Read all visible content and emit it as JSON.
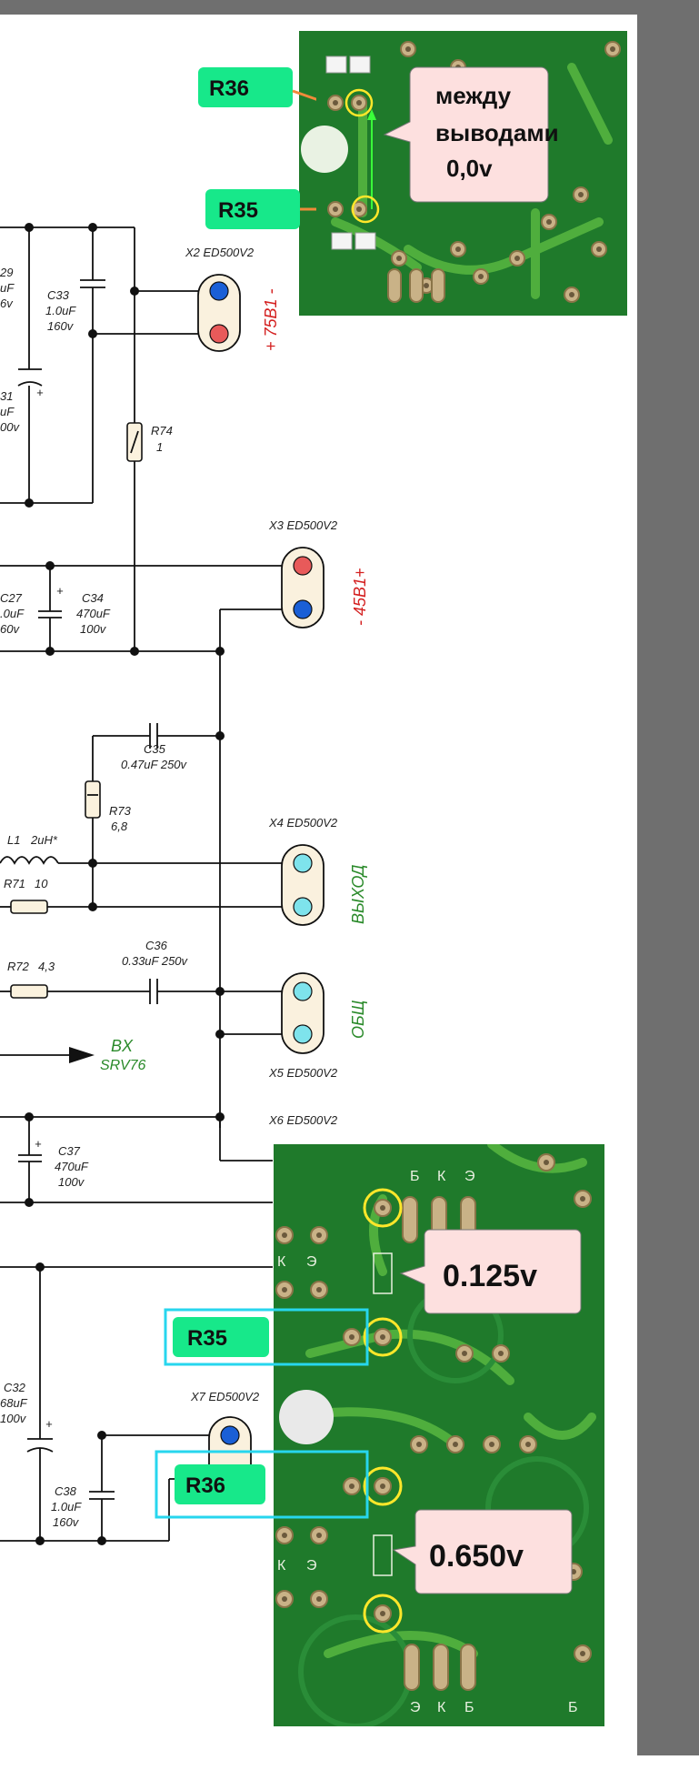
{
  "schematic": {
    "components": {
      "c29": {
        "ref": "29",
        "value1": "uF",
        "value2": "6v"
      },
      "c31": {
        "ref": "31",
        "value1": "uF",
        "value2": "00v"
      },
      "c33": {
        "ref": "C33",
        "value1": "1.0uF",
        "value2": "160v"
      },
      "c27": {
        "ref": "C27",
        "value1": ".0uF",
        "value2": "60v"
      },
      "c34": {
        "ref": "C34",
        "value1": "470uF",
        "value2": "100v"
      },
      "c35": {
        "ref": "C35",
        "value1": "0.47uF  250v"
      },
      "c36": {
        "ref": "C36",
        "value1": "0.33uF  250v"
      },
      "c37": {
        "ref": "C37",
        "value1": "470uF",
        "value2": "100v"
      },
      "c32": {
        "ref": "C32",
        "value1": "68uF",
        "value2": "100v"
      },
      "c38": {
        "ref": "C38",
        "value1": "1.0uF",
        "value2": "160v"
      },
      "r74": {
        "ref": "R74",
        "value": "1"
      },
      "r73": {
        "ref": "R73",
        "value": "6,8"
      },
      "r71": {
        "ref": "R71",
        "value": "10"
      },
      "r72": {
        "ref": "R72",
        "value": "4,3"
      },
      "l1": {
        "ref": "L1",
        "value": "2uH*"
      }
    },
    "connectors": {
      "x2": {
        "label": "X2  ED500V2",
        "net": "+ 75B1 -"
      },
      "x3": {
        "label": "X3  ED500V2",
        "net": "- 45B1+"
      },
      "x4": {
        "label": "X4  ED500V2",
        "net": "ВЫХОД"
      },
      "x5": {
        "label": "X5  ED500V2",
        "net": "ОБЩ"
      },
      "x6": {
        "label": "X6  ED500V2"
      },
      "x7": {
        "label": "X7  ED500V2"
      }
    },
    "input": {
      "label1": "BX",
      "label2": "SRV76"
    },
    "plus_sign": "+"
  },
  "photo_top": {
    "tag_r36": "R36",
    "tag_r35": "R35",
    "callout": {
      "line1": "между",
      "line2": "выводами",
      "line3": "0,0v"
    }
  },
  "photo_bottom": {
    "tag_r35": "R35",
    "tag_r36": "R36",
    "reading1": "0.125v",
    "reading2": "0.650v",
    "silk": {
      "b": "Б",
      "k": "К",
      "e": "Э"
    }
  },
  "colors": {
    "frame_gray": "#6f6f6f",
    "pcb_green": "#1f7a2b",
    "tag_green": "#17e88a",
    "callout_pink": "#fde0df",
    "tag_border_cyan": "#27d6ee",
    "net_red": "#d42020",
    "net_green": "#2a8a2a"
  }
}
